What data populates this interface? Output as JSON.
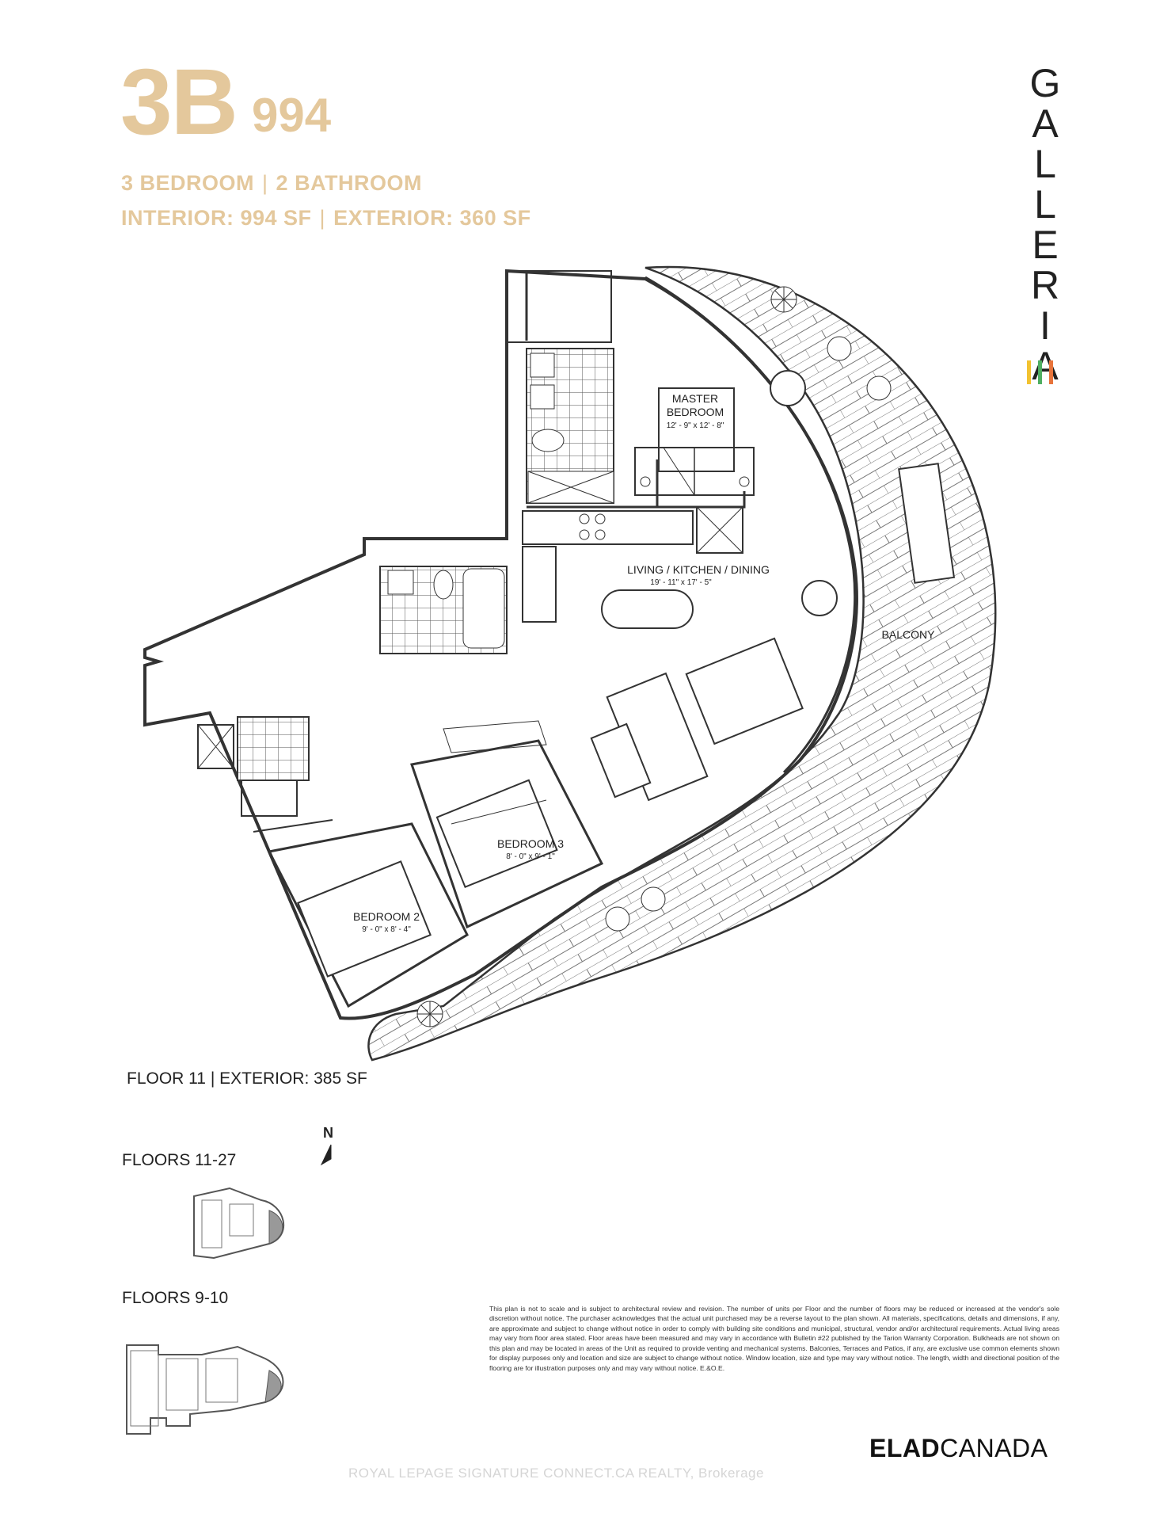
{
  "unit": {
    "code": "3B",
    "size": "994",
    "bedrooms": "3 BEDROOM",
    "bathrooms": "2 BATHROOM",
    "interior": "INTERIOR: 994 SF",
    "exterior": "EXTERIOR: 360 SF"
  },
  "brand": {
    "name_letters": [
      "G",
      "A",
      "L",
      "L",
      "E",
      "R",
      "I",
      "A"
    ],
    "stripe_colors": [
      "#f2c230",
      "#4fae61",
      "#e8743b"
    ]
  },
  "rooms": {
    "master": {
      "name_line1": "MASTER",
      "name_line2": "BEDROOM",
      "dims": "12' - 9\" x 12' - 8\""
    },
    "living": {
      "name": "LIVING / KITCHEN / DINING",
      "dims": "19' - 11\" x 17' - 5\""
    },
    "balcony": {
      "name": "BALCONY"
    },
    "bedroom3": {
      "name": "BEDROOM 3",
      "dims": "8' - 0\" x 9' - 1\""
    },
    "bedroom2": {
      "name": "BEDROOM 2",
      "dims": "9' - 0\" x 8' -   4\""
    }
  },
  "floor_info": {
    "floor_label": "FLOOR 11",
    "floor_exterior": "EXTERIOR: 385 SF",
    "north": "N",
    "key_plan_a": "FLOORS 11-27",
    "key_plan_b": "FLOORS 9-10"
  },
  "disclaimer": "This plan is not to scale and is subject to architectural review and revision. The number of units per Floor and the number of floors may be reduced or increased at the vendor's sole discretion without notice. The purchaser acknowledges that the actual unit purchased may be a reverse layout to the plan shown. All materials, specifications, details and dimensions, if any, are approximate and subject to change without notice in order to comply with building site conditions and municipal, structural, vendor and/or architectural requirements. Actual living areas may vary from floor area stated. Floor areas have been measured and may vary in accordance with Bulletin #22 published by the Tarion Warranty Corporation. Bulkheads are not shown on this plan and may be located in areas of the Unit as required to provide venting and mechanical systems. Balconies, Terraces and Patios, if any, are exclusive use common elements shown for display purposes only and location and size are subject to change without notice. Window location, size and type may vary without notice. The length, width and directional position of the flooring are for illustration purposes only and may vary without notice. E.&O.E.",
  "developer": {
    "part1": "ELAD",
    "part2": "CANADA"
  },
  "watermark": "ROYAL LEPAGE SIGNATURE CONNECT.CA REALTY, Brokerage"
}
